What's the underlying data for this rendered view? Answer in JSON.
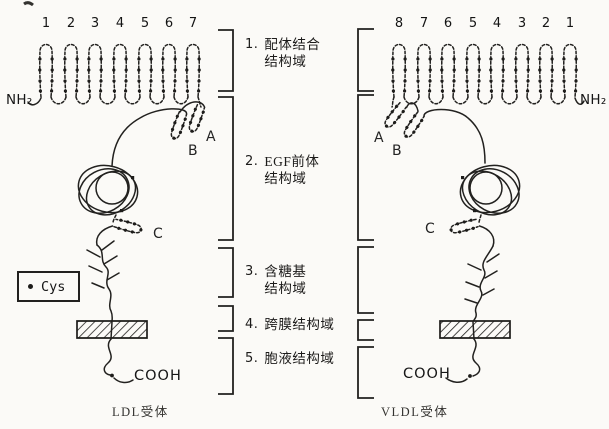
{
  "figure": {
    "left_receptor": {
      "caption": "LDL受体",
      "nh2_label": "NH₂",
      "cooh_label": "COOH",
      "repeat_numbers": [
        "1",
        "2",
        "3",
        "4",
        "5",
        "6",
        "7"
      ],
      "egf_repeat_a": "A",
      "egf_repeat_b": "B",
      "egf_repeat_c": "C"
    },
    "right_receptor": {
      "caption": "VLDL受体",
      "nh2_label": "NH₂",
      "cooh_label": "COOH",
      "repeat_numbers": [
        "8",
        "7",
        "6",
        "5",
        "4",
        "3",
        "2",
        "1"
      ],
      "egf_repeat_a": "A",
      "egf_repeat_b": "B",
      "egf_repeat_c": "C"
    },
    "legend": {
      "label": "Cys"
    },
    "domains": [
      {
        "index": "1.",
        "lines": [
          "配体结合",
          "结构域"
        ]
      },
      {
        "index": "2.",
        "lines": [
          "EGF前体",
          "结构域"
        ]
      },
      {
        "index": "3.",
        "lines": [
          "含糖基",
          "结构域"
        ]
      },
      {
        "index": "4.",
        "lines": [
          "跨膜结构域"
        ]
      },
      {
        "index": "5.",
        "lines": [
          "胞液结构域"
        ]
      }
    ],
    "colors": {
      "ink": "#22211f",
      "paper": "#fbfaf7"
    }
  }
}
